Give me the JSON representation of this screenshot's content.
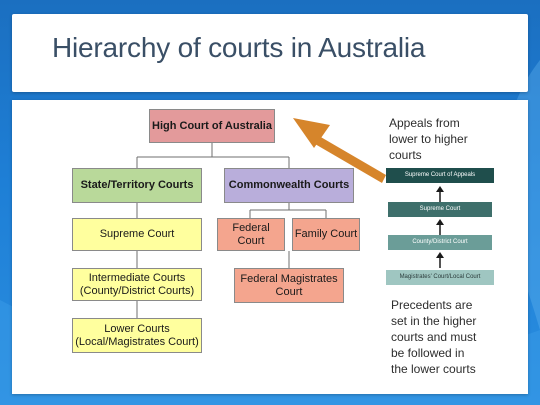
{
  "title": "Hierarchy of courts in Australia",
  "chart": {
    "top": "High Court of Australia",
    "state_header": "State/Territory Courts",
    "commonwealth_header": "Commonwealth Courts",
    "state_courts": [
      {
        "label": "Supreme Court"
      },
      {
        "label": "Intermediate Courts\n(County/District Courts)"
      },
      {
        "label": "Lower Courts\n(Local/Magistrates Court)"
      }
    ],
    "federal_court": "Federal Court",
    "family_court": "Family Court",
    "magistrates_court": "Federal Magistrates\nCourt"
  },
  "sidebar": {
    "appeals_text": "Appeals from\nlower to higher\ncourts",
    "steps": [
      {
        "label": "Supreme Court of Appeals",
        "color": "#1f4e4c"
      },
      {
        "label": "Supreme Court",
        "color": "#3e6f6b"
      },
      {
        "label": "County/District Court",
        "color": "#6b9d98"
      },
      {
        "label": "Magistrates' Court/Local Court",
        "color": "#9fc6c1"
      }
    ],
    "precedents_text": "Precedents are\nset in the higher\ncourts and must\nbe followed in\nthe lower courts"
  },
  "colors": {
    "arrow": "#d6852b",
    "background_blue": "#1e7fd6"
  }
}
